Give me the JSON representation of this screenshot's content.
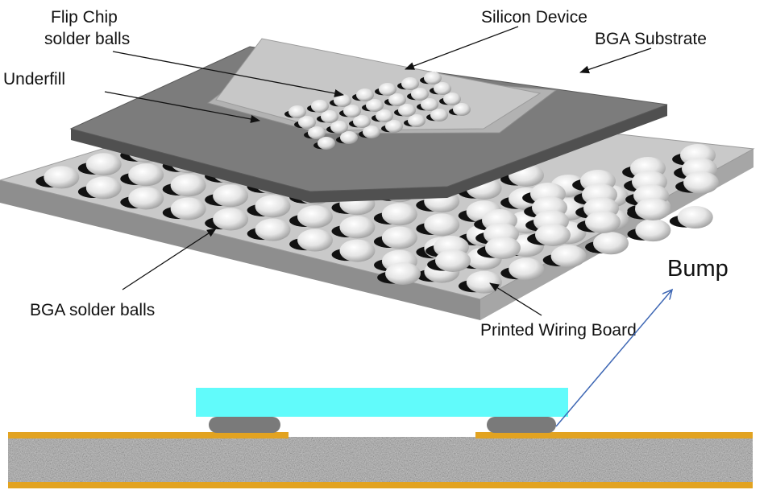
{
  "labels": {
    "flip_chip_line1": "Flip Chip",
    "flip_chip_line2": "solder balls",
    "silicon_device": "Silicon Device",
    "bga_substrate": "BGA Substrate",
    "underfill": "Underfill",
    "bga_solder_balls": "BGA solder balls",
    "printed_wiring_board": "Printed Wiring Board",
    "bump": "Bump"
  },
  "colors": {
    "board_top": "#c9c9c9",
    "board_side": "#8e8e8e",
    "substrate_top": "#7c7c7c",
    "substrate_side": "#4f4f4f",
    "silicon_device": "#c6c6c6",
    "underfill": "#b4b4b4",
    "ball": "#e6e6e6",
    "die_cyan": "#61fbfb",
    "bump_gray": "#7a7a7a",
    "pad_orange": "#e2a321",
    "granite": "#a3a3a3",
    "bump_arrow": "#3e67b4"
  }
}
